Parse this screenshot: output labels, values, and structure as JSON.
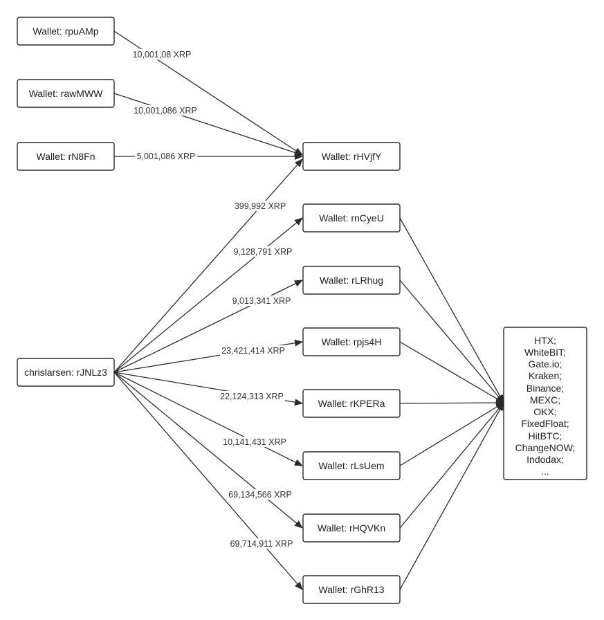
{
  "nodes": {
    "w_rpuAMp": "Wallet: rpuAMp",
    "w_rawMWW": "Wallet: rawMWW",
    "w_rN8Fn": "Wallet: rN8Fn",
    "w_rHVjfY": "Wallet: rHVjfY",
    "source": "chrislarsen: rJNLz3",
    "w_rnCyeU": "Wallet: rnCyeU",
    "w_rLRhug": "Wallet: rLRhug",
    "w_rpjs4H": "Wallet: rpjs4H",
    "w_rKPERa": "Wallet: rKPERa",
    "w_rLsUem": "Wallet: rLsUem",
    "w_rHQVKn": "Wallet: rHQVKn",
    "w_rGhR13": "Wallet: rGhR13",
    "exchanges": [
      "HTX;",
      "WhiteBIT;",
      "Gate.io;",
      "Kraken;",
      "Binance;",
      "MEXC;",
      "OKX;",
      "FixedFloat;",
      "HitBTC;",
      "ChangeNOW;",
      "Indodax;",
      "..."
    ]
  },
  "edges": [
    {
      "id": "e1",
      "from": "w_rpuAMp",
      "to": "w_rHVjfY",
      "label": "10,001,08 XRP"
    },
    {
      "id": "e2",
      "from": "w_rawMWW",
      "to": "w_rHVjfY",
      "label": "10,001,086 XRP"
    },
    {
      "id": "e3",
      "from": "w_rN8Fn",
      "to": "w_rHVjfY",
      "label": "5,001,086 XRP"
    },
    {
      "id": "e4",
      "from": "source",
      "to": "w_rHVjfY",
      "label": "399,992 XRP"
    },
    {
      "id": "e5",
      "from": "source",
      "to": "w_rnCyeU",
      "label": "9,128,791 XRP"
    },
    {
      "id": "e6",
      "from": "source",
      "to": "w_rLRhug",
      "label": "9,013,341 XRP"
    },
    {
      "id": "e7",
      "from": "source",
      "to": "w_rpjs4H",
      "label": "23,421,414 XRP"
    },
    {
      "id": "e8",
      "from": "source",
      "to": "w_rKPERa",
      "label": "22,124,313 XRP"
    },
    {
      "id": "e9",
      "from": "source",
      "to": "w_rLsUem",
      "label": "10,141,431 XRP"
    },
    {
      "id": "e10",
      "from": "source",
      "to": "w_rHQVKn",
      "label": "69,134,566 XRP"
    },
    {
      "id": "e11",
      "from": "source",
      "to": "w_rGhR13",
      "label": "69,714,911 XRP"
    },
    {
      "id": "e12",
      "from": "w_rnCyeU",
      "to": "exchanges",
      "label": ""
    },
    {
      "id": "e13",
      "from": "w_rLRhug",
      "to": "exchanges",
      "label": ""
    },
    {
      "id": "e14",
      "from": "w_rpjs4H",
      "to": "exchanges",
      "label": ""
    },
    {
      "id": "e15",
      "from": "w_rKPERa",
      "to": "exchanges",
      "label": ""
    },
    {
      "id": "e16",
      "from": "w_rLsUem",
      "to": "exchanges",
      "label": ""
    },
    {
      "id": "e17",
      "from": "w_rHQVKn",
      "to": "exchanges",
      "label": ""
    },
    {
      "id": "e18",
      "from": "w_rGhR13",
      "to": "exchanges",
      "label": ""
    }
  ]
}
